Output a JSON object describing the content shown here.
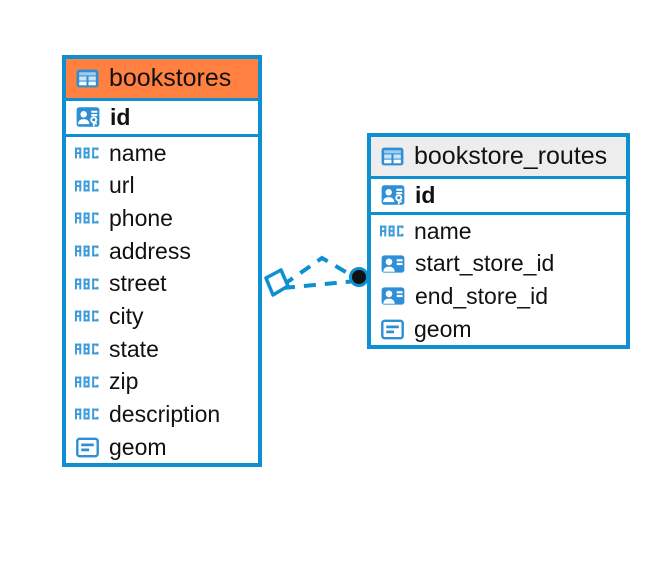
{
  "diagram": {
    "type": "entity-relationship-diagram",
    "background_color": "#ffffff",
    "accent_blue": "#0d8fd1",
    "accent_orange": "#ff8040",
    "header_grey": "#ededed"
  },
  "tables": [
    {
      "name": "bookstores",
      "header_color": "#ff8040",
      "table_icon": "table-icon",
      "primary_key": {
        "label": "id",
        "icon": "primary-key-icon"
      },
      "fields": [
        {
          "label": "name",
          "icon": "text-abc-icon"
        },
        {
          "label": "url",
          "icon": "text-abc-icon"
        },
        {
          "label": "phone",
          "icon": "text-abc-icon"
        },
        {
          "label": "address",
          "icon": "text-abc-icon"
        },
        {
          "label": "street",
          "icon": "text-abc-icon"
        },
        {
          "label": "city",
          "icon": "text-abc-icon"
        },
        {
          "label": "state",
          "icon": "text-abc-icon"
        },
        {
          "label": "zip",
          "icon": "text-abc-icon"
        },
        {
          "label": "description",
          "icon": "text-abc-icon"
        },
        {
          "label": "geom",
          "icon": "geometry-icon"
        }
      ]
    },
    {
      "name": "bookstore_routes",
      "header_color": "#ededed",
      "table_icon": "table-icon",
      "primary_key": {
        "label": "id",
        "icon": "primary-key-icon"
      },
      "fields": [
        {
          "label": "name",
          "icon": "text-abc-icon"
        },
        {
          "label": "start_store_id",
          "icon": "foreign-key-icon"
        },
        {
          "label": "end_store_id",
          "icon": "foreign-key-icon"
        },
        {
          "label": "geom",
          "icon": "geometry-icon"
        }
      ]
    }
  ],
  "relationship": {
    "style": "dashed",
    "color": "#0d8fd1",
    "source_table": "bookstores",
    "target_table": "bookstore_routes",
    "source_marker": "open-diamond",
    "target_marker": "filled-circle"
  }
}
